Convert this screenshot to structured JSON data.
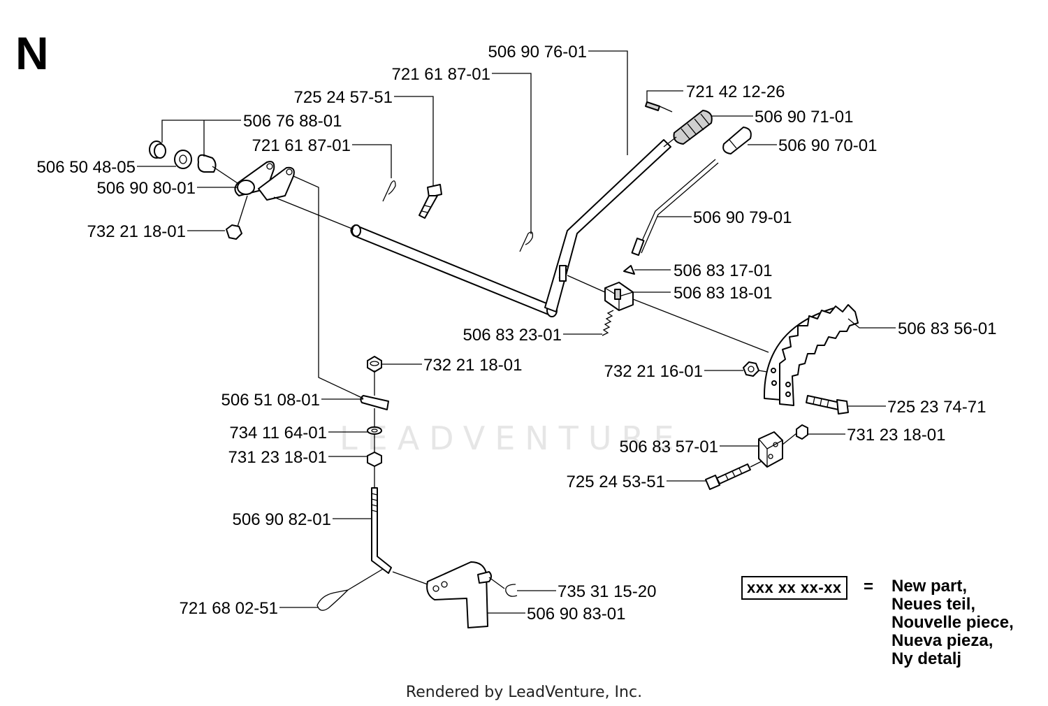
{
  "section": "N",
  "watermark": "LEADVENTURE",
  "footer": "Rendered by LeadVenture, Inc.",
  "legend": {
    "box": "xxx xx xx-xx",
    "eq": "=",
    "lines": [
      "New part,",
      "Neues teil,",
      "Nouvelle piece,",
      "Nueva pieza,",
      "Ny detalj"
    ]
  },
  "callouts": [
    {
      "id": "p1",
      "text": "506 90 76-01"
    },
    {
      "id": "p2",
      "text": "721 61 87-01"
    },
    {
      "id": "p3",
      "text": "725 24 57-51"
    },
    {
      "id": "p4",
      "text": "506 76 88-01"
    },
    {
      "id": "p5",
      "text": "721 61 87-01"
    },
    {
      "id": "p6",
      "text": "506 50 48-05"
    },
    {
      "id": "p7",
      "text": "506 90 80-01"
    },
    {
      "id": "p8",
      "text": "732 21 18-01"
    },
    {
      "id": "p9",
      "text": "721 42 12-26"
    },
    {
      "id": "p10",
      "text": "506 90 71-01"
    },
    {
      "id": "p11",
      "text": "506 90 70-01"
    },
    {
      "id": "p12",
      "text": "506 90 79-01"
    },
    {
      "id": "p13",
      "text": "506 83 17-01"
    },
    {
      "id": "p14",
      "text": "506 83 18-01"
    },
    {
      "id": "p15",
      "text": "506 83 23-01"
    },
    {
      "id": "p16",
      "text": "506 83 56-01"
    },
    {
      "id": "p17",
      "text": "732 21 18-01"
    },
    {
      "id": "p18",
      "text": "732 21 16-01"
    },
    {
      "id": "p19",
      "text": "506 51 08-01"
    },
    {
      "id": "p20",
      "text": "725 23 74-71"
    },
    {
      "id": "p21",
      "text": "734 11 64-01"
    },
    {
      "id": "p22",
      "text": "731 23 18-01"
    },
    {
      "id": "p23",
      "text": "731 23 18-01"
    },
    {
      "id": "p24",
      "text": "506 83 57-01"
    },
    {
      "id": "p25",
      "text": "725 24 53-51"
    },
    {
      "id": "p26",
      "text": "506 90 82-01"
    },
    {
      "id": "p27",
      "text": "735 31 15-20"
    },
    {
      "id": "p28",
      "text": "721 68 02-51"
    },
    {
      "id": "p29",
      "text": "506 90 83-01"
    }
  ]
}
